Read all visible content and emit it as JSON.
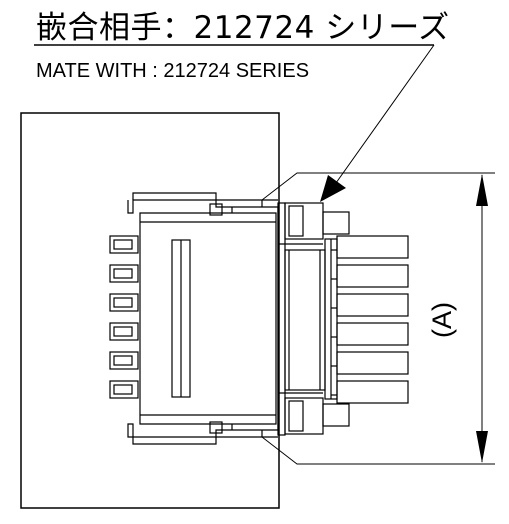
{
  "callout": {
    "title_jp": "嵌合相手：212724 シリーズ",
    "title_en": "MATE WITH : 212724 SERIES"
  },
  "dimension": {
    "label": "(A)"
  }
}
